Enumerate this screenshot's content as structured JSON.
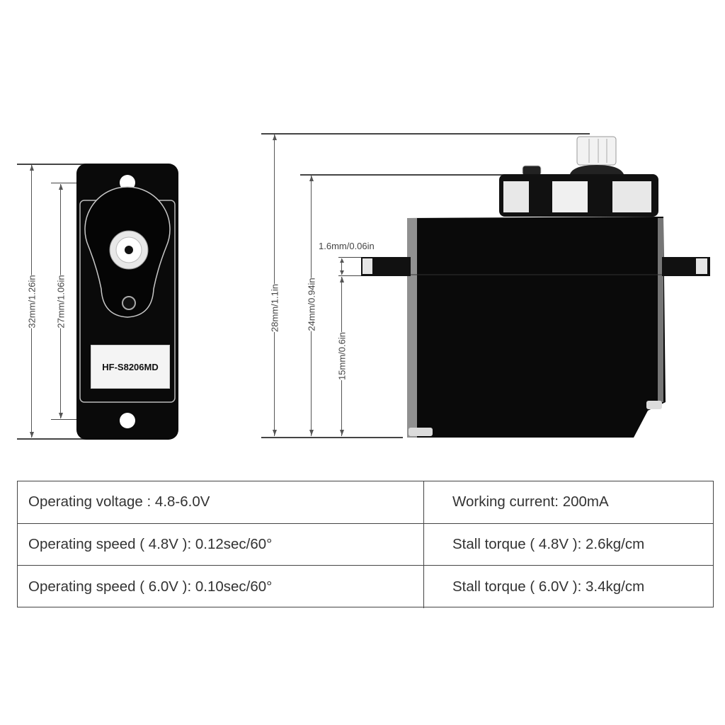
{
  "front_view": {
    "model_label": "HF-S8206MD",
    "dimensions": {
      "overall_height": "32mm/1.26in",
      "hole_spacing": "27mm/1.06in"
    }
  },
  "side_view": {
    "dimensions": {
      "total_height": "28mm/1.1in",
      "body_height": "24mm/0.94in",
      "flange_thickness": "1.6mm/0.06in",
      "flange_to_bottom": "15mm/0.6in"
    }
  },
  "specs": {
    "rows": [
      {
        "left": "Operating voltage : 4.8-6.0V",
        "right": "Working current: 200mA"
      },
      {
        "left": "Operating speed ( 4.8V ): 0.12sec/60°",
        "right": "Stall torque ( 4.8V ): 2.6kg/cm"
      },
      {
        "left": "Operating speed ( 6.0V ): 0.10sec/60°",
        "right": "Stall torque ( 6.0V ): 3.4kg/cm"
      }
    ]
  }
}
